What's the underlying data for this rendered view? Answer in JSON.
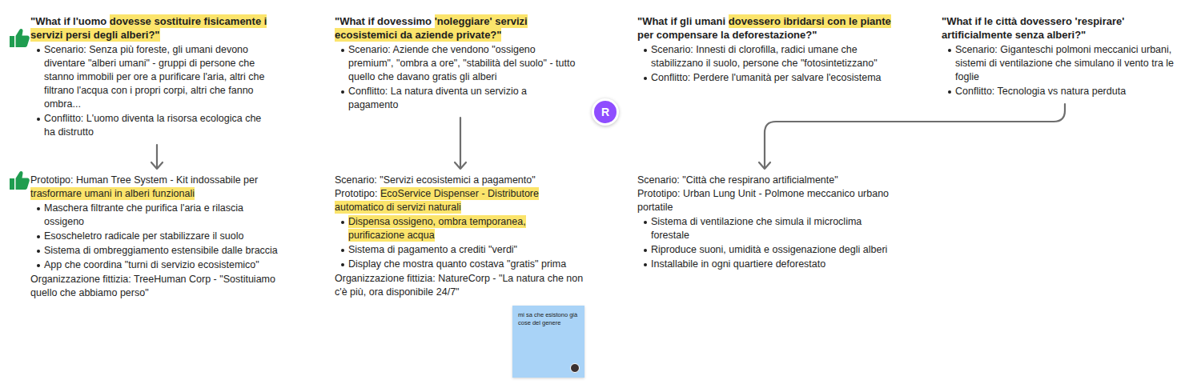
{
  "diagram": {
    "nodes": [
      {
        "text": [
          "\"What if l'uomo",
          "dovesse sostituire fisicamente i servizi persi degli alberi?\"",
          "Scenario: Senza più foreste, gli umani devono diventare \"alberi umani\" - gruppi di persone che stanno immobili per ore a purificare l'aria, altri che filtrano l'acqua con i propri corpi, altri che fanno ombra...",
          "Conflitto: L'uomo diventa la risorsa ecologica che ha distrutto"
        ]
      },
      {
        "text": [
          "Prototipo: Human Tree System - Kit indossabile per",
          "trasformare umani in alberi funzionali",
          "Maschera filtrante che purifica l'aria e rilascia ossigeno",
          "Esoscheletro radicale per stabilizzare il suolo",
          "Sistema di ombreggiamento estensibile dalle braccia",
          "App che coordina \"turni di servizio ecosistemico\"",
          "Organizzazione fittizia: TreeHuman Corp - \"Sostituiamo quello che abbiamo perso\""
        ]
      },
      {
        "text": [
          "\"What if dovessimo",
          "'noleggiare' servizi ecosistemici da aziende private?\"",
          "Scenario: Aziende che vendono \"ossigeno premium\", \"ombra a ore\", \"stabilità del suolo\" - tutto quello che davano gratis gli alberi",
          "Conflitto: La natura diventa un servizio a pagamento"
        ]
      },
      {
        "text": [
          "Scenario: \"Servizi ecosistemici a pagamento\"",
          "Prototipo:",
          "EcoService Dispenser - Distributore automatico di servizi naturali",
          "Dispensa ossigeno, ombra temporanea, purificazione acqua",
          "Sistema di pagamento a crediti \"verdi\"",
          "Display che mostra quanto costava \"gratis\" prima",
          "Organizzazione fittizia: NatureCorp - \"La natura che non c'è più, ora disponibile 24/7\""
        ]
      },
      {
        "text": [
          "mi sa che esistono già cose del genere"
        ]
      },
      {
        "text": [
          "R"
        ]
      },
      {
        "text": [
          "\"What if gli umani",
          "dovessero ibridarsi con le piante",
          "per compensare la deforestazione?\"",
          "Scenario: Innesti di clorofilla, radici umane che stabilizzano il suolo, persone che \"fotosintetizzano\"",
          "Conflitto: Perdere l'umanità per salvare l'ecosistema"
        ]
      },
      {
        "text": [
          "\"What if le città dovessero 'respirare' artificialmente senza alberi?\"",
          "Scenario: Giganteschi polmoni meccanici urbani, sistemi di ventilazione che simulano il vento tra le foglie",
          "Conflitto: Tecnologia vs natura perduta"
        ]
      },
      {
        "text": [
          "Scenario: \"Città che respirano artificialmente\"",
          "Prototipo: Urban Lung Unit - Polmone meccanico urbano portatile",
          "Sistema di ventilazione che simula il microclima forestale",
          "Riproduce suoni, umidità e ossigenazione degli alberi",
          "Installabile in ogni quartiere deforestato"
        ]
      }
    ],
    "edges": [
      {
        "from": 0,
        "to": 1,
        "arrow": "to"
      },
      {
        "from": 2,
        "to": 3,
        "arrow": "to"
      },
      {
        "from": 7,
        "to": 8,
        "arrow": "to"
      }
    ]
  }
}
